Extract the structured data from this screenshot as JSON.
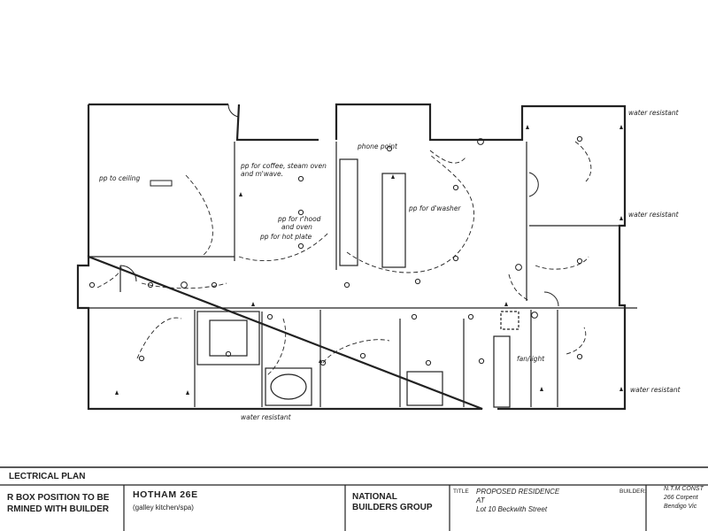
{
  "labels": {
    "water_resistant": "water resistant",
    "pp_to_ceiling": "pp to ceiling",
    "pp_for_coffee_1": "pp for coffee, steam oven",
    "pp_for_coffee_2": "and m'wave.",
    "phone_point": "phone point",
    "pp_for_hood_1": "pp for r'hood",
    "pp_for_hood_2": "and oven",
    "pp_for_hot_plate": "pp for hot plate",
    "pp_for_dwasher": "pp for d'washer",
    "fan_light": "fan/light"
  },
  "title_block": {
    "sheet_title": "LECTRICAL PLAN",
    "note_line1": "R BOX POSITION TO BE",
    "note_line2": "RMINED WITH BUILDER",
    "model_name": "HOTHAM 26E",
    "model_sub": "(galley kitchen/spa)",
    "company_line1": "NATIONAL",
    "company_line2": "BUILDERS GROUP",
    "title_label": "TITLE",
    "title_line1": "PROPOSED RESIDENCE",
    "title_line2": "AT",
    "title_line3": "Lot 10 Beckwith Street",
    "builder_label": "BUILDER:",
    "builder_line1": "N.T.M CONST",
    "builder_line2": "266 Corpent",
    "builder_line3": "Bendigo Vic"
  }
}
